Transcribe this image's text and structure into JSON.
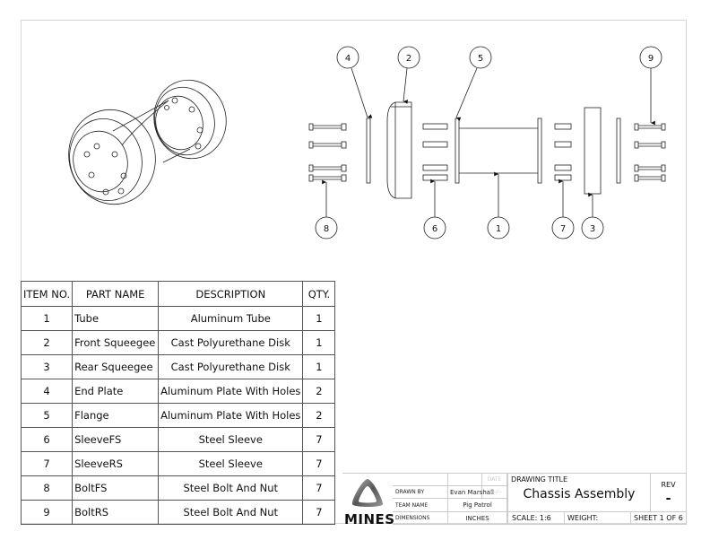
{
  "drawing": {
    "balloons": [
      {
        "label": "4"
      },
      {
        "label": "2"
      },
      {
        "label": "5"
      },
      {
        "label": "9"
      },
      {
        "label": "8"
      },
      {
        "label": "6"
      },
      {
        "label": "1"
      },
      {
        "label": "7"
      },
      {
        "label": "3"
      }
    ],
    "views": {
      "isometric": "assembled-isometric-view",
      "exploded": "exploded-side-view"
    }
  },
  "bom": {
    "headers": {
      "item": "ITEM NO.",
      "part": "PART NAME",
      "desc": "DESCRIPTION",
      "qty": "QTY."
    },
    "rows": [
      {
        "item": "1",
        "part": "Tube",
        "desc": "Aluminum Tube",
        "qty": "1"
      },
      {
        "item": "2",
        "part": "Front Squeegee",
        "desc": "Cast Polyurethane Disk",
        "qty": "1"
      },
      {
        "item": "3",
        "part": "Rear Squeegee",
        "desc": "Cast Polyurethane Disk",
        "qty": "1"
      },
      {
        "item": "4",
        "part": "End Plate",
        "desc": "Aluminum Plate With Holes",
        "qty": "2"
      },
      {
        "item": "5",
        "part": "Flange",
        "desc": "Aluminum Plate With Holes",
        "qty": "2"
      },
      {
        "item": "6",
        "part": "SleeveFS",
        "desc": "Steel Sleeve",
        "qty": "7"
      },
      {
        "item": "7",
        "part": "SleeveRS",
        "desc": "Steel Sleeve",
        "qty": "7"
      },
      {
        "item": "8",
        "part": "BoltFS",
        "desc": "Steel Bolt And Nut",
        "qty": "7"
      },
      {
        "item": "9",
        "part": "BoltRS",
        "desc": "Steel Bolt And Nut",
        "qty": "7"
      }
    ]
  },
  "title_block": {
    "logo_text": "MINES",
    "drawn_by_label": "DRAWN BY",
    "drawn_by": "Evan Marshall",
    "team_name_label": "TEAM NAME",
    "team_name": "Pig Patrol",
    "dimensions_label": "DIMENSIONS",
    "dimensions": "INCHES",
    "date_label": "DATE",
    "date_value": "--/--/--",
    "drawing_title_label": "DRAWING TITLE",
    "drawing_title": "Chassis Assembly",
    "rev_label": "REV",
    "rev_value": "-",
    "scale": "SCALE: 1:6",
    "weight": "WEIGHT:",
    "sheet": "SHEET 1 OF 6"
  },
  "colors": {
    "line": "#111111",
    "frame": "#d6d6d6",
    "title_block_lines": "#cccccc"
  }
}
